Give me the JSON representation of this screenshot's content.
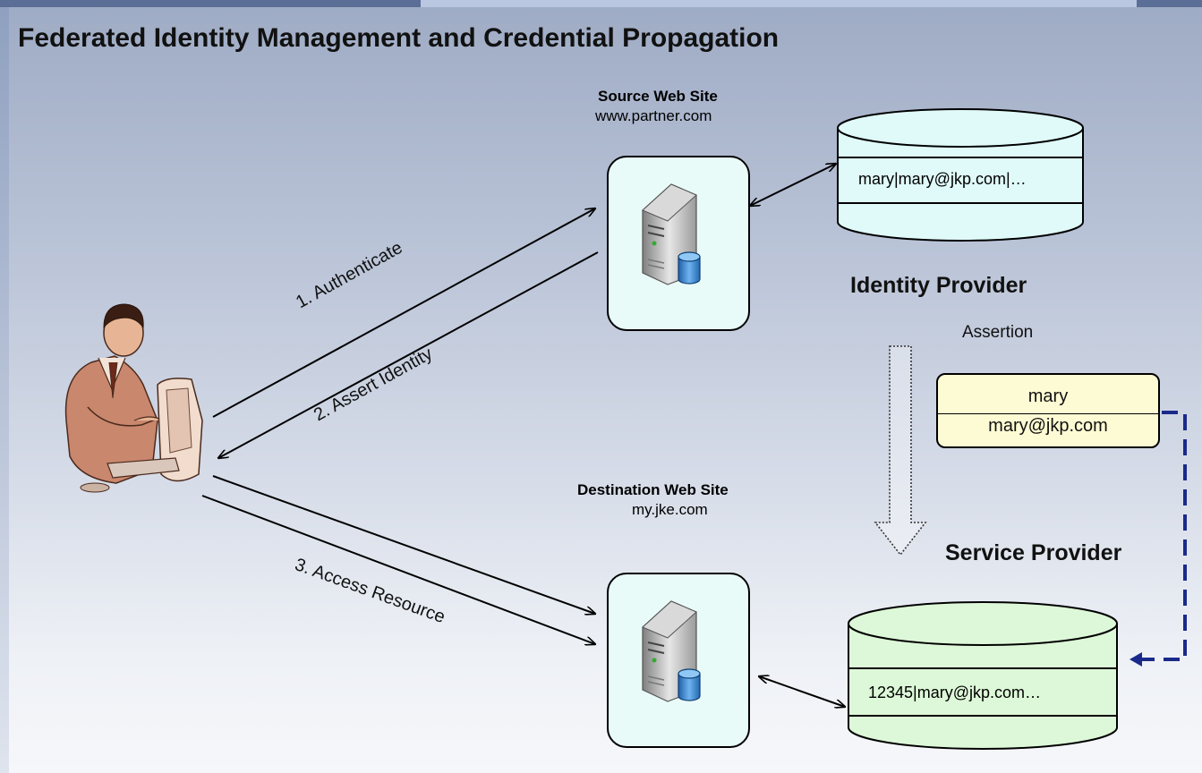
{
  "title": "Federated Identity Management and Credential Propagation",
  "source_site": {
    "title": "Source Web Site",
    "url": "www.partner.com"
  },
  "destination_site": {
    "title": "Destination Web Site",
    "url": "my.jke.com"
  },
  "identity_provider": {
    "label": "Identity Provider",
    "record": "mary|mary@jkp.com|…"
  },
  "service_provider": {
    "label": "Service Provider",
    "record": "12345|mary@jkp.com…"
  },
  "assertion": {
    "label": "Assertion",
    "line1": "mary",
    "line2": "mary@jkp.com"
  },
  "steps": [
    "1. Authenticate",
    "2. Assert Identity",
    "3. Access Resource"
  ],
  "colors": {
    "server_box_fill": "#e9fbf9",
    "idp_db_fill": "#dffaf8",
    "sp_db_fill": "#ddf8d8",
    "assertion_fill": "#fdfbd3",
    "dashed_arrow": "#1a2a8a"
  },
  "icons": [
    "user-at-computer-icon",
    "server-icon",
    "database-icon"
  ]
}
